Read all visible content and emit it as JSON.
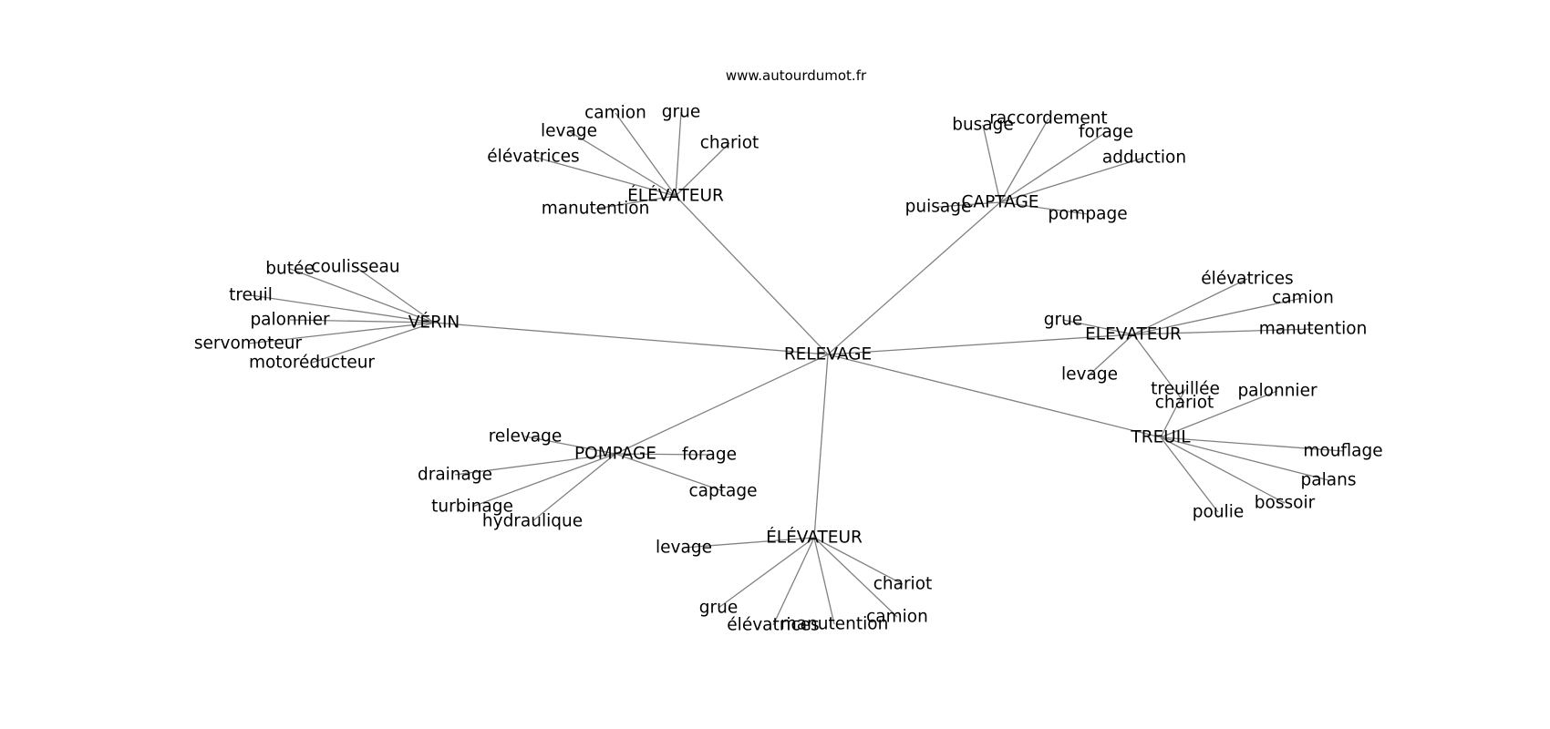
{
  "site": "www.autourdumot.fr",
  "root": "RELEVAGE",
  "groups": [
    {
      "label": "ÉLÉVATEUR",
      "leaves": [
        "camion",
        "grue",
        "chariot",
        "levage",
        "élévatrices",
        "manutention"
      ]
    },
    {
      "label": "CAPTAGE",
      "leaves": [
        "busage",
        "raccordement",
        "forage",
        "adduction",
        "puisage",
        "pompage"
      ]
    },
    {
      "label": "VÉRIN",
      "leaves": [
        "butée",
        "coulisseau",
        "treuil",
        "palonnier",
        "servomoteur",
        "motoréducteur"
      ]
    },
    {
      "label": "ELEVATEUR",
      "leaves": [
        "élévatrices",
        "camion",
        "manutention",
        "grue",
        "levage",
        "chariot"
      ]
    },
    {
      "label": "TREUIL",
      "leaves": [
        "treuillée",
        "palonnier",
        "mouflage",
        "palans",
        "bossoir",
        "poulie"
      ]
    },
    {
      "label": "POMPAGE",
      "leaves": [
        "relevage",
        "forage",
        "drainage",
        "captage",
        "turbinage",
        "hydraulique"
      ]
    },
    {
      "label": "ÉLÉVATEUR",
      "leaves": [
        "levage",
        "chariot",
        "grue",
        "camion",
        "élévatrices",
        "manutention"
      ]
    }
  ]
}
